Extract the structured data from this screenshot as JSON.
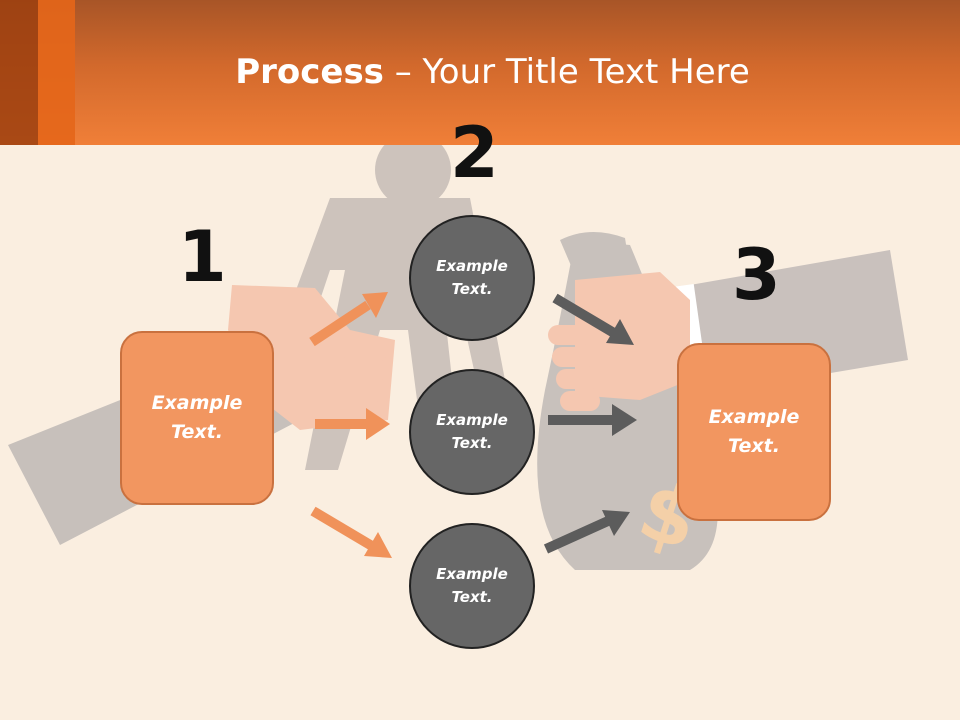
{
  "title": {
    "bold": "Process",
    "rest": " – Your Title Text Here"
  },
  "steps": {
    "one": "1",
    "two": "2",
    "three": "3"
  },
  "left_box": {
    "line1": "Example",
    "line2": "Text."
  },
  "right_box": {
    "line1": "Example",
    "line2": "Text."
  },
  "circles": [
    {
      "line1": "Example",
      "line2": "Text."
    },
    {
      "line1": "Example",
      "line2": "Text."
    },
    {
      "line1": "Example",
      "line2": "Text."
    }
  ],
  "colors": {
    "accent": "#f29660",
    "circle": "#666666",
    "header": "#f07f38",
    "background": "#faeee0"
  }
}
